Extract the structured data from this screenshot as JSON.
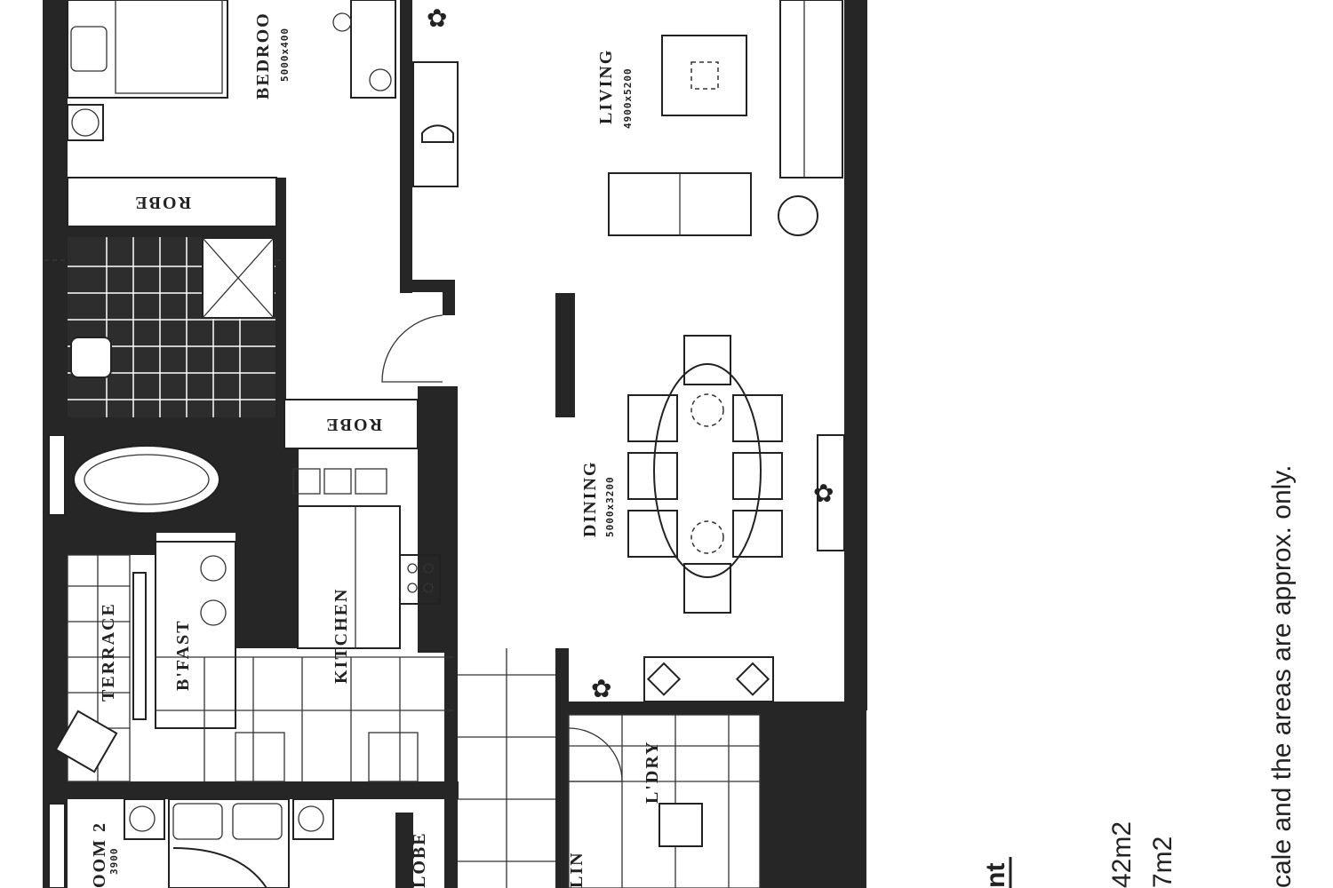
{
  "rooms": {
    "bedroom1": {
      "label": "BEDROO",
      "dims": "5000x400"
    },
    "living": {
      "label": "LIVING",
      "dims": "4900x5200"
    },
    "dining": {
      "label": "DINING",
      "dims": "5000x3200"
    },
    "kitchen": {
      "label": "KITCHEN"
    },
    "bfast": {
      "label": "B'FAST"
    },
    "terrace": {
      "label": "TERRACE"
    },
    "laundry": {
      "label": "L'DRY"
    },
    "bedroom2": {
      "label": "OOM 2",
      "dims": "3900"
    },
    "robe1": {
      "label": "ROBE"
    },
    "robe2": {
      "label": "ROBE"
    },
    "robe3": {
      "label": "LOBE"
    },
    "linen": {
      "label": "LIN"
    }
  },
  "notes": {
    "heading": "nt",
    "area1": "42m2",
    "area2": "7m2",
    "disclaimer": "cale and the areas are approx. only."
  }
}
